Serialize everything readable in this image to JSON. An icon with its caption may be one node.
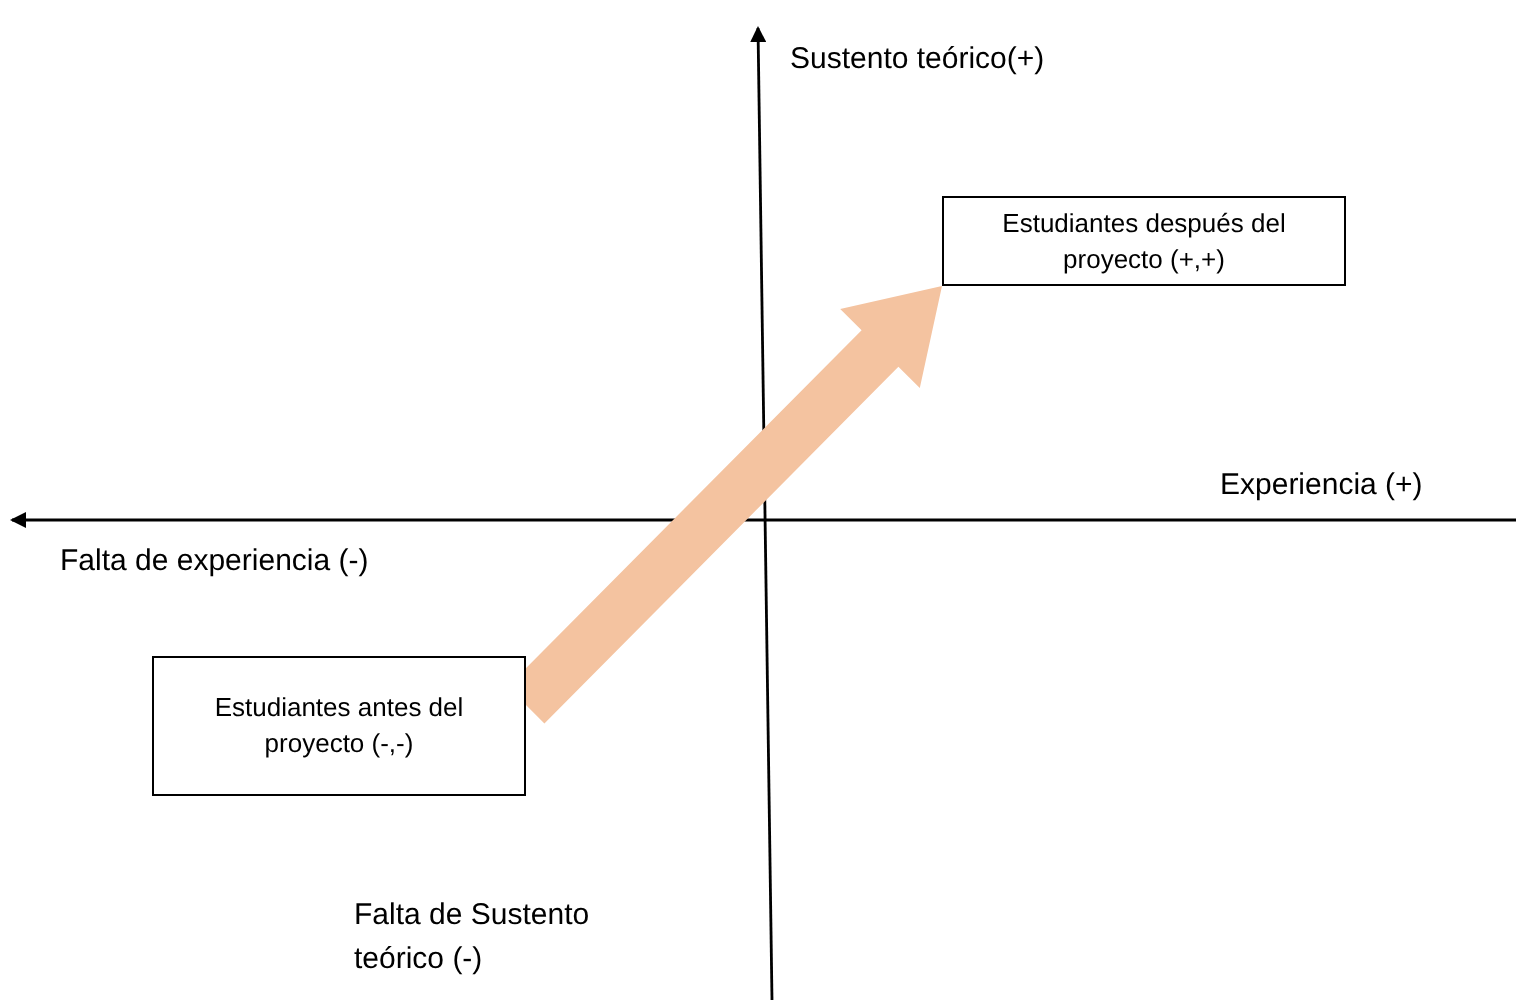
{
  "diagram": {
    "nodes": [
      {
        "text": [
          "Estudiantes después del proyecto (+,+)"
        ]
      },
      {
        "text": [
          "Estudiantes antes del proyecto (-,-)"
        ]
      }
    ],
    "edges": [
      {
        "from": 1,
        "to": 0,
        "arrow": "to",
        "style": "thick",
        "color": "#f4c3a0"
      }
    ],
    "labels": [
      "Sustento teórico(+)",
      "Experiencia (+)",
      "Falta de experiencia (-)",
      "Falta de Sustento teórico (-)"
    ]
  }
}
